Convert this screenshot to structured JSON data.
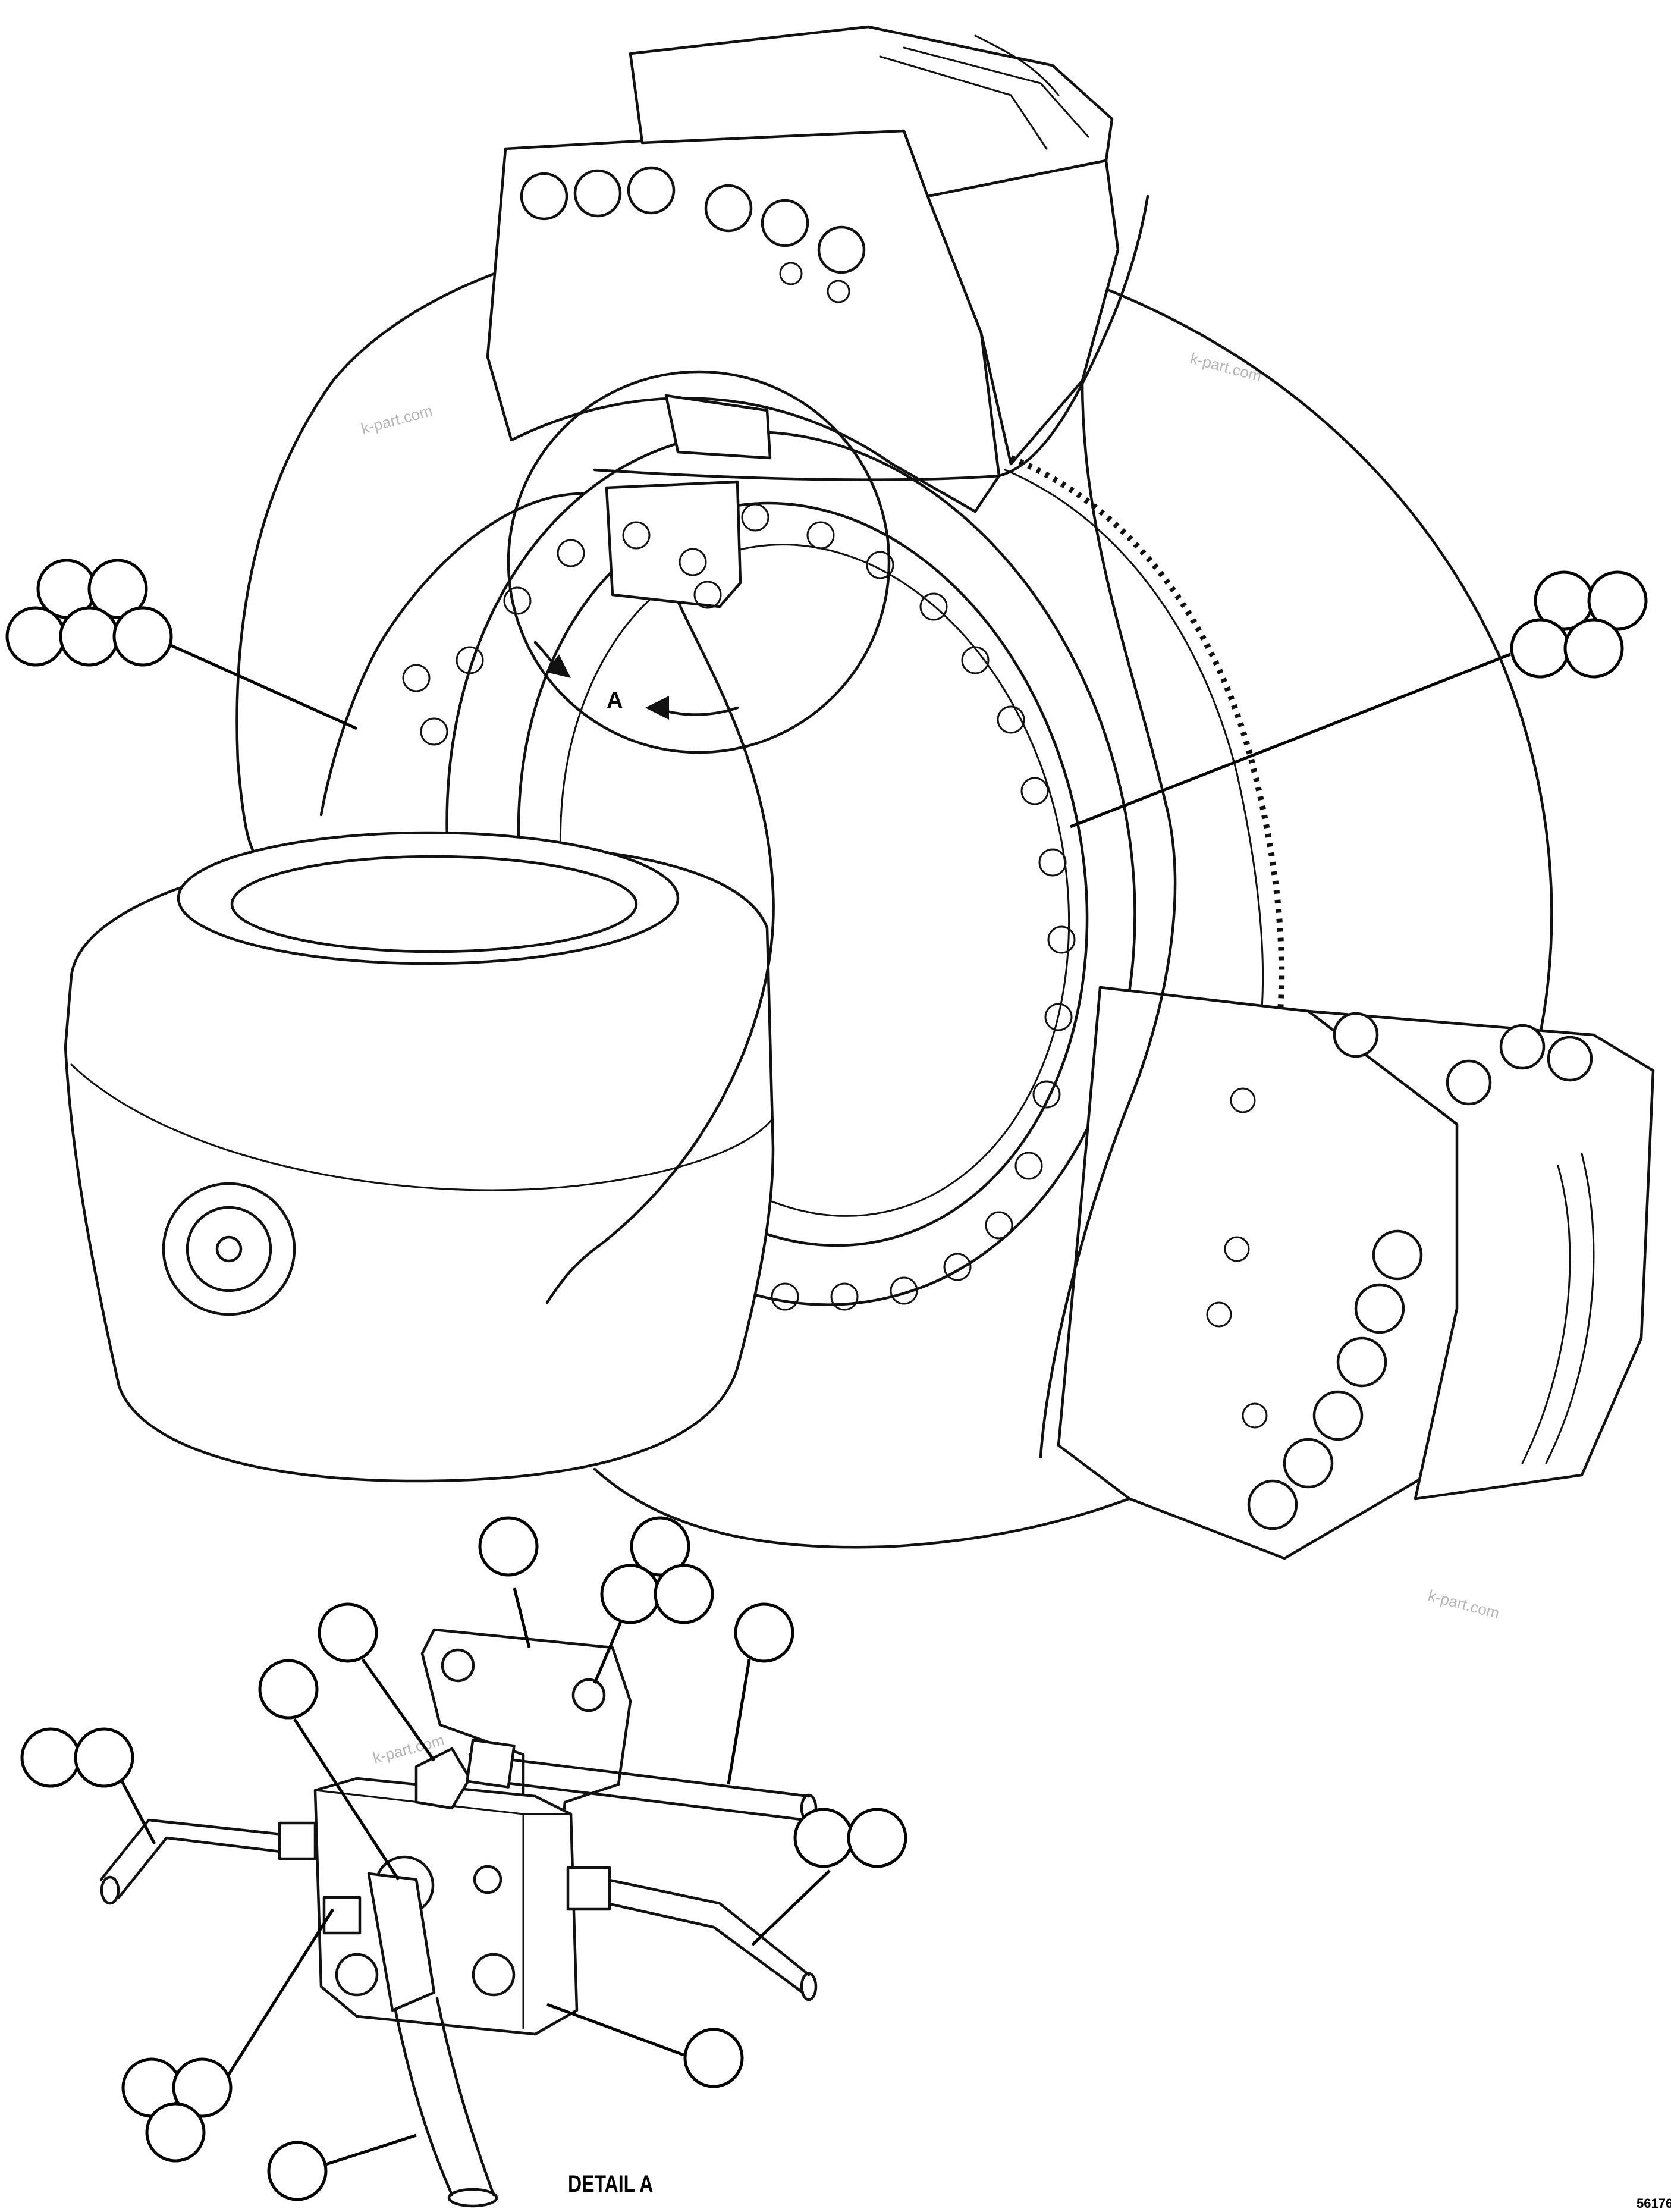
{
  "detail_marker": "A",
  "detail_caption": "DETAIL A",
  "drawing_number": "56176",
  "watermark": "k-part.com",
  "callout_groups": [
    {
      "id": "upper-left",
      "count": 5
    },
    {
      "id": "upper-right",
      "count": 4
    },
    {
      "id": "detail-bracket",
      "count": 1
    },
    {
      "id": "detail-bolts",
      "count": 3
    },
    {
      "id": "detail-right-tube",
      "count": 1
    },
    {
      "id": "detail-elbow",
      "count": 1
    },
    {
      "id": "detail-left-fitting",
      "count": 1
    },
    {
      "id": "detail-left-tube",
      "count": 2
    },
    {
      "id": "detail-right-line",
      "count": 2
    },
    {
      "id": "detail-plug",
      "count": 3
    },
    {
      "id": "detail-block",
      "count": 1
    },
    {
      "id": "detail-hose",
      "count": 1
    }
  ]
}
